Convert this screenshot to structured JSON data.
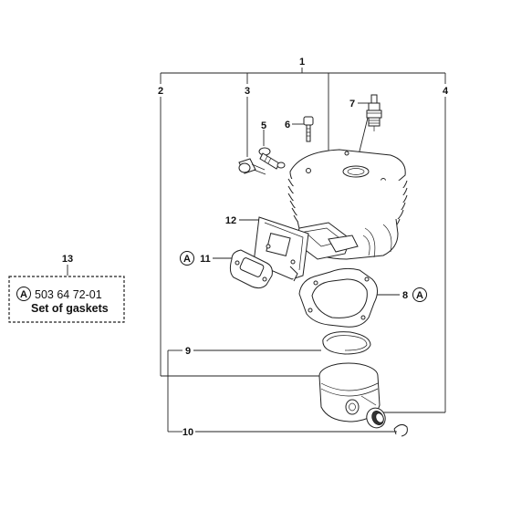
{
  "callouts": {
    "c1": "1",
    "c2": "2",
    "c3": "3",
    "c4": "4",
    "c5": "5",
    "c6": "6",
    "c7": "7",
    "c8": "8",
    "c9": "9",
    "c10": "10",
    "c11": "11",
    "c12": "12",
    "c13": "13"
  },
  "marker": "A",
  "kit": {
    "part_number": "503 64 72-01",
    "description": "Set of gaskets"
  }
}
